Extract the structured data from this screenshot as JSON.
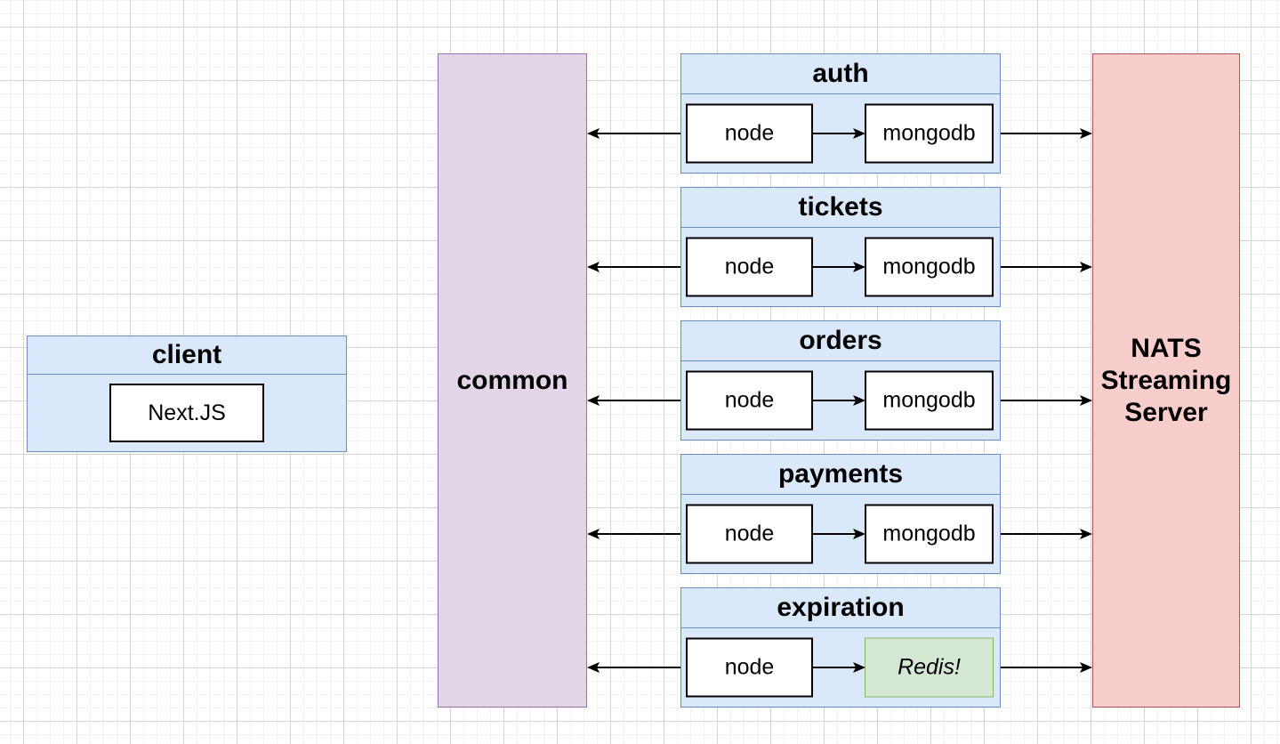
{
  "client": {
    "title": "client",
    "component": "Next.JS"
  },
  "common": {
    "label": "common"
  },
  "nats": {
    "label": "NATS Streaming Server"
  },
  "services": [
    {
      "name": "auth",
      "node": "node",
      "store": "mongodb",
      "store_type": "mongodb"
    },
    {
      "name": "tickets",
      "node": "node",
      "store": "mongodb",
      "store_type": "mongodb"
    },
    {
      "name": "orders",
      "node": "node",
      "store": "mongodb",
      "store_type": "mongodb"
    },
    {
      "name": "payments",
      "node": "node",
      "store": "mongodb",
      "store_type": "mongodb"
    },
    {
      "name": "expiration",
      "node": "node",
      "store": "Redis!",
      "store_type": "redis"
    }
  ],
  "colors": {
    "service_fill": "#dae8fc",
    "service_stroke": "#6c8ebf",
    "common_fill": "#e1d5e7",
    "common_stroke": "#9673a6",
    "nats_fill": "#f8cecc",
    "nats_stroke": "#b85450",
    "redis_fill": "#d5e8d4",
    "redis_stroke": "#82b366",
    "component_fill": "#ffffff",
    "component_stroke": "#000000",
    "arrow_color": "#000000",
    "grid_major_color": "#d5d5d5",
    "grid_minor_color": "#f2f2f2",
    "canvas_bg": "#ffffff"
  }
}
